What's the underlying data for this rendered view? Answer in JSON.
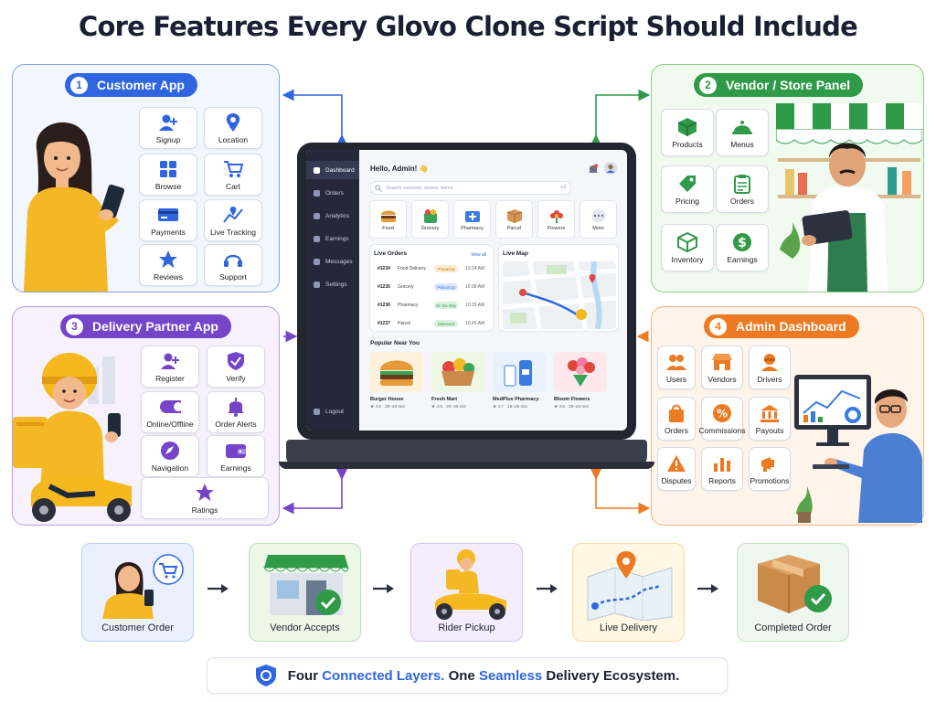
{
  "title": "Core Features Every Glovo Clone Script Should Include",
  "colors": {
    "customer": "#2f66e0",
    "vendor": "#2f9a48",
    "delivery": "#7444c9",
    "admin": "#ec7a22",
    "dark": "#24283a"
  },
  "panels": {
    "customer": {
      "number": "1",
      "title": "Customer App",
      "features": [
        {
          "label": "Signup",
          "icon": "add-user-icon"
        },
        {
          "label": "Location",
          "icon": "location-pin-icon"
        },
        {
          "label": "Browse",
          "icon": "grid-icon"
        },
        {
          "label": "Cart",
          "icon": "cart-icon"
        },
        {
          "label": "Payments",
          "icon": "card-icon"
        },
        {
          "label": "Live Tracking",
          "icon": "route-icon"
        },
        {
          "label": "Reviews",
          "icon": "star-icon"
        },
        {
          "label": "Support",
          "icon": "headset-icon"
        }
      ]
    },
    "vendor": {
      "number": "2",
      "title": "Vendor / Store Panel",
      "features": [
        {
          "label": "Products",
          "icon": "box-icon"
        },
        {
          "label": "Menus",
          "icon": "cloche-icon"
        },
        {
          "label": "Pricing",
          "icon": "tag-icon"
        },
        {
          "label": "Orders",
          "icon": "clipboard-icon"
        },
        {
          "label": "Inventory",
          "icon": "inventory-icon"
        },
        {
          "label": "Earnings",
          "icon": "dollar-icon"
        }
      ]
    },
    "delivery": {
      "number": "3",
      "title": "Delivery Partner App",
      "features": [
        {
          "label": "Register",
          "icon": "add-user-icon"
        },
        {
          "label": "Verify",
          "icon": "shield-check-icon"
        },
        {
          "label": "Online/Offline",
          "icon": "toggle-icon"
        },
        {
          "label": "Order Alerts",
          "icon": "bell-icon"
        },
        {
          "label": "Navigation",
          "icon": "compass-icon"
        },
        {
          "label": "Earnings",
          "icon": "wallet-icon"
        },
        {
          "label": "Ratings",
          "icon": "star-icon"
        }
      ]
    },
    "admin": {
      "number": "4",
      "title": "Admin Dashboard",
      "features": [
        {
          "label": "Users",
          "icon": "users-icon"
        },
        {
          "label": "Vendors",
          "icon": "store-icon"
        },
        {
          "label": "Drivers",
          "icon": "driver-icon"
        },
        {
          "label": "Orders",
          "icon": "bag-icon"
        },
        {
          "label": "Commissions",
          "icon": "percent-icon"
        },
        {
          "label": "Payouts",
          "icon": "bank-icon"
        },
        {
          "label": "Disputes",
          "icon": "warning-icon"
        },
        {
          "label": "Reports",
          "icon": "bar-chart-icon"
        },
        {
          "label": "Promotions",
          "icon": "megaphone-icon"
        }
      ]
    }
  },
  "tablet": {
    "sidebar": [
      {
        "label": "Dashboard",
        "active": true
      },
      {
        "label": "Orders"
      },
      {
        "label": "Analytics"
      },
      {
        "label": "Earnings"
      },
      {
        "label": "Messages"
      },
      {
        "label": "Settings"
      }
    ],
    "logout": "Logout",
    "greeting": "Hello, Admin! 👋",
    "search_placeholder": "Search services, stores, items...",
    "search_count": "+2",
    "categories": [
      "Food",
      "Grocery",
      "Pharmacy",
      "Parcel",
      "Flowers",
      "More"
    ],
    "live_orders": {
      "title": "Live Orders",
      "view_all": "View all",
      "rows": [
        {
          "id": "#1234",
          "type": "Food Delivery",
          "status": "Preparing",
          "time": "10:24 AM",
          "color": "#f0a23a"
        },
        {
          "id": "#1235",
          "type": "Grocery",
          "status": "Picked Up",
          "time": "10:28 AM",
          "color": "#3a7be0"
        },
        {
          "id": "#1236",
          "type": "Pharmacy",
          "status": "On the Way",
          "time": "10:35 AM",
          "color": "#2f9a48"
        },
        {
          "id": "#1237",
          "type": "Parcel",
          "status": "Delivered",
          "time": "10:45 AM",
          "color": "#2f9a48"
        }
      ]
    },
    "live_map": {
      "title": "Live Map"
    },
    "popular": {
      "title": "Popular Near You",
      "shops": [
        {
          "name": "Burger House",
          "rating": "★ 4.6 · 30–40 min"
        },
        {
          "name": "Fresh Mart",
          "rating": "★ 4.5 · 20–30 min"
        },
        {
          "name": "MedPlus Pharmacy",
          "rating": "★ 4.7 · 15–25 min"
        },
        {
          "name": "Bloom Flowers",
          "rating": "★ 4.6 · 30–45 min"
        }
      ]
    }
  },
  "flow": [
    "Customer Order",
    "Vendor Accepts",
    "Rider Pickup",
    "Live Delivery",
    "Completed Order"
  ],
  "tagline": {
    "part1": "Four",
    "part2": "Connected Layers.",
    "part3": "One",
    "part4": "Seamless",
    "part5": "Delivery Ecosystem."
  }
}
